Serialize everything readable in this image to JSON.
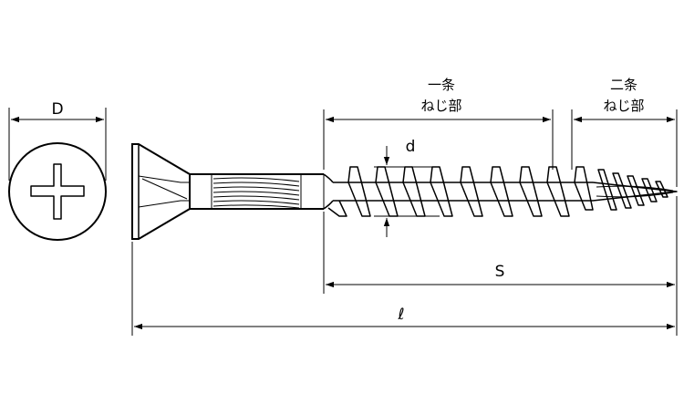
{
  "labels": {
    "D": "D",
    "d": "d",
    "S": "S",
    "l": "ℓ",
    "single_thread_line1": "一条",
    "single_thread_line2": "ねじ部",
    "double_thread_line1": "二条",
    "double_thread_line2": "ねじ部"
  },
  "colors": {
    "line": "#000000",
    "background": "#ffffff"
  }
}
